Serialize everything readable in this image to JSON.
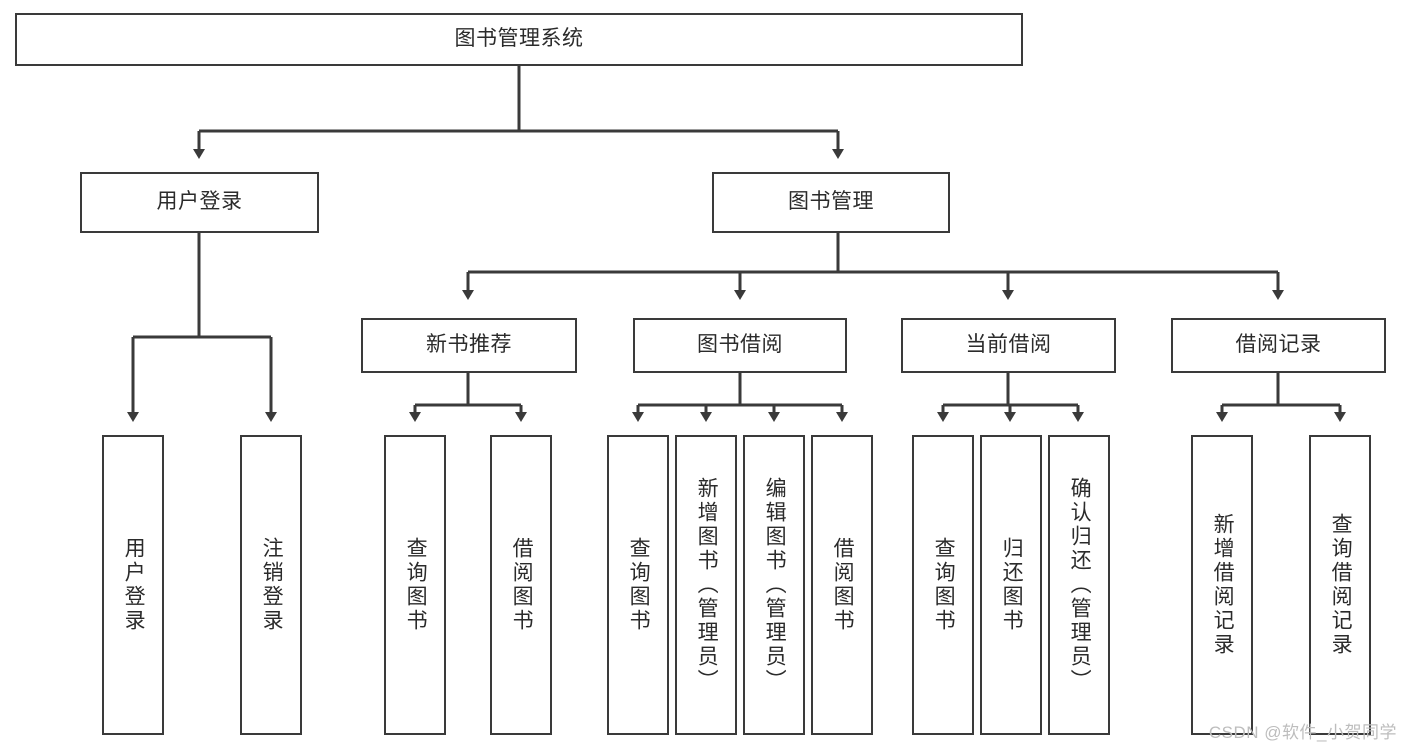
{
  "diagram": {
    "title": "图书管理系统",
    "type": "tree",
    "watermark": "CSDN @软件_小贺同学",
    "colors": {
      "box_border": "#3a3a3a",
      "box_fill": "#ffffff",
      "edge": "#3a3a3a",
      "text": "#2b2b2b",
      "watermark": "#bdbdbd",
      "background": "#ffffff"
    },
    "nodes": {
      "root": {
        "label": "图书管理系统",
        "orientation": "horizontal"
      },
      "user_login": {
        "label": "用户登录",
        "orientation": "horizontal"
      },
      "book_manage": {
        "label": "图书管理",
        "orientation": "horizontal"
      },
      "new_book_rec": {
        "label": "新书推荐",
        "orientation": "horizontal"
      },
      "book_borrow": {
        "label": "图书借阅",
        "orientation": "horizontal"
      },
      "current_borrow": {
        "label": "当前借阅",
        "orientation": "horizontal"
      },
      "borrow_record": {
        "label": "借阅记录",
        "orientation": "horizontal"
      },
      "leaf_user_login": {
        "label": "用户登录",
        "orientation": "vertical"
      },
      "leaf_logout": {
        "label": "注销登录",
        "orientation": "vertical"
      },
      "leaf_query_book_1": {
        "label": "查询图书",
        "orientation": "vertical"
      },
      "leaf_borrow_book_1": {
        "label": "借阅图书",
        "orientation": "vertical"
      },
      "leaf_query_book_2": {
        "label": "查询图书",
        "orientation": "vertical"
      },
      "leaf_add_book": {
        "label": "新增图书（管理员）",
        "orientation": "vertical"
      },
      "leaf_edit_book": {
        "label": "编辑图书（管理员）",
        "orientation": "vertical"
      },
      "leaf_borrow_book_2": {
        "label": "借阅图书",
        "orientation": "vertical"
      },
      "leaf_query_book_3": {
        "label": "查询图书",
        "orientation": "vertical"
      },
      "leaf_return_book": {
        "label": "归还图书",
        "orientation": "vertical"
      },
      "leaf_confirm_return": {
        "label": "确认归还（管理员）",
        "orientation": "vertical"
      },
      "leaf_add_record": {
        "label": "新增借阅记录",
        "orientation": "vertical"
      },
      "leaf_query_record": {
        "label": "查询借阅记录",
        "orientation": "vertical"
      }
    },
    "edges": [
      {
        "from": "root",
        "to": "user_login"
      },
      {
        "from": "root",
        "to": "book_manage"
      },
      {
        "from": "user_login",
        "to": "leaf_user_login"
      },
      {
        "from": "user_login",
        "to": "leaf_logout"
      },
      {
        "from": "book_manage",
        "to": "new_book_rec"
      },
      {
        "from": "book_manage",
        "to": "book_borrow"
      },
      {
        "from": "book_manage",
        "to": "current_borrow"
      },
      {
        "from": "book_manage",
        "to": "borrow_record"
      },
      {
        "from": "new_book_rec",
        "to": "leaf_query_book_1"
      },
      {
        "from": "new_book_rec",
        "to": "leaf_borrow_book_1"
      },
      {
        "from": "book_borrow",
        "to": "leaf_query_book_2"
      },
      {
        "from": "book_borrow",
        "to": "leaf_add_book"
      },
      {
        "from": "book_borrow",
        "to": "leaf_edit_book"
      },
      {
        "from": "book_borrow",
        "to": "leaf_borrow_book_2"
      },
      {
        "from": "current_borrow",
        "to": "leaf_query_book_3"
      },
      {
        "from": "current_borrow",
        "to": "leaf_return_book"
      },
      {
        "from": "current_borrow",
        "to": "leaf_confirm_return"
      },
      {
        "from": "borrow_record",
        "to": "leaf_add_record"
      },
      {
        "from": "borrow_record",
        "to": "leaf_query_record"
      }
    ]
  }
}
